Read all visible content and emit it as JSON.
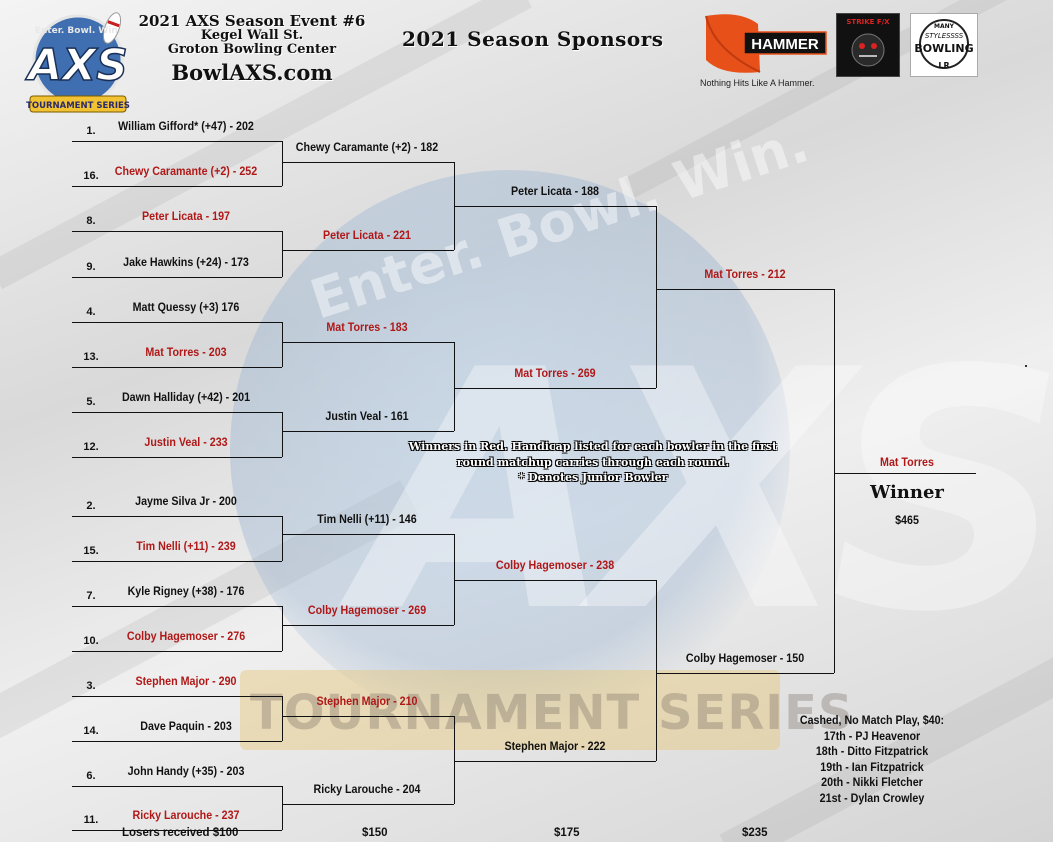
{
  "header": {
    "event_lines": [
      "2021 AXS Season Event #6",
      "Kegel Wall St.",
      "Groton Bowling Center"
    ],
    "site": "BowlAXS.com",
    "sponsors_title": "2021 Season Sponsors",
    "logo": {
      "letters": "AXS",
      "tagline": "Enter. Bowl. Win.",
      "banner": "TOURNAMENT SERIES"
    },
    "sponsors": [
      {
        "name": "HAMMER",
        "tagline": "Nothing Hits Like A Hammer.",
        "icon": "hammer-logo"
      },
      {
        "name": "STRIKE F/X",
        "icon": "strike-fx-logo"
      },
      {
        "name": "MANY STYLESSSS BOWLING",
        "icon": "many-styles-bowling-logo"
      }
    ]
  },
  "watermark": {
    "tagline": "Enter. Bowl. Win.",
    "band": "TOURNAMENT SERIES",
    "letters": "AXS"
  },
  "bracket": {
    "round1": [
      {
        "seed": "1.",
        "name": "William Gifford* (+47) - 202",
        "winner": false
      },
      {
        "seed": "16.",
        "name": "Chewy Caramante (+2) - 252",
        "winner": true
      },
      {
        "seed": "8.",
        "name": "Peter Licata - 197",
        "winner": true
      },
      {
        "seed": "9.",
        "name": "Jake Hawkins (+24) - 173",
        "winner": false
      },
      {
        "seed": "4.",
        "name": "Matt Quessy (+3)  176",
        "winner": false
      },
      {
        "seed": "13.",
        "name": "Mat Torres - 203",
        "winner": true
      },
      {
        "seed": "5.",
        "name": "Dawn Halliday (+42) - 201",
        "winner": false
      },
      {
        "seed": "12.",
        "name": "Justin Veal - 233",
        "winner": true
      },
      {
        "seed": "2.",
        "name": "Jayme Silva Jr - 200",
        "winner": false
      },
      {
        "seed": "15.",
        "name": "Tim Nelli (+11) - 239",
        "winner": true
      },
      {
        "seed": "7.",
        "name": "Kyle Rigney (+38) - 176",
        "winner": false
      },
      {
        "seed": "10.",
        "name": "Colby Hagemoser - 276",
        "winner": true
      },
      {
        "seed": "3.",
        "name": "Stephen Major - 290",
        "winner": true
      },
      {
        "seed": "14.",
        "name": "Dave Paquin - 203",
        "winner": false
      },
      {
        "seed": "6.",
        "name": "John Handy (+35) - 203",
        "winner": false
      },
      {
        "seed": "11.",
        "name": "Ricky Larouche - 237",
        "winner": true
      }
    ],
    "round2": [
      {
        "name": "Chewy Caramante (+2) - 182",
        "winner": false
      },
      {
        "name": "Peter Licata - 221",
        "winner": true
      },
      {
        "name": "Mat Torres - 183",
        "winner": true
      },
      {
        "name": "Justin Veal - 161",
        "winner": false
      },
      {
        "name": "Tim Nelli (+11) - 146",
        "winner": false
      },
      {
        "name": "Colby Hagemoser - 269",
        "winner": true
      },
      {
        "name": "Stephen Major - 210",
        "winner": true
      },
      {
        "name": "Ricky Larouche - 204",
        "winner": false
      }
    ],
    "round3": [
      {
        "name": "Peter Licata - 188",
        "winner": false
      },
      {
        "name": "Mat Torres - 269",
        "winner": true
      },
      {
        "name": "Colby Hagemoser - 238",
        "winner": true
      },
      {
        "name": "Stephen Major - 222",
        "winner": false
      }
    ],
    "round4": [
      {
        "name": "Mat Torres - 212",
        "winner": true
      },
      {
        "name": "Colby Hagemoser - 150",
        "winner": false
      }
    ],
    "champion": {
      "name": "Mat Torres",
      "label": "Winner",
      "prize": "$465"
    }
  },
  "prizes": {
    "round1": "Losers received $100",
    "round2": "$150",
    "round3": "$175",
    "round4": "$235"
  },
  "notes": [
    "Winners in Red.  Handicap listed for each bowler in the first",
    "round matchup carries through each round.",
    "* Denotes Junior Bowler"
  ],
  "cashed": {
    "title": "Cashed, No Match Play, $40:",
    "entries": [
      "17th - PJ Heavenor",
      "18th - Ditto Fitzpatrick",
      "19th - Ian Fitzpatrick",
      "20th - Nikki Fletcher",
      "21st - Dylan Crowley"
    ]
  },
  "colors": {
    "winner": "#b01818",
    "text": "#111111",
    "hammer": "#e8501a"
  }
}
